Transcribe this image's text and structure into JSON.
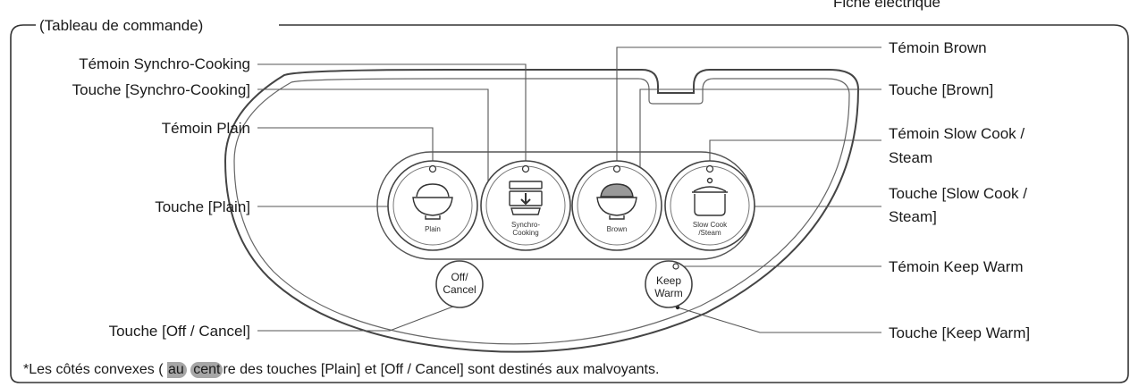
{
  "header": {
    "panel_title": "(Tableau de commande)",
    "top_right_label": "Fiche électrique"
  },
  "labels": {
    "synchro_indicator": "Témoin Synchro-Cooking",
    "synchro_key": "Touche [Synchro-Cooking]",
    "plain_indicator": "Témoin Plain",
    "plain_key": "Touche [Plain]",
    "off_key": "Touche [Off / Cancel]",
    "brown_indicator": "Témoin Brown",
    "brown_key": "Touche [Brown]",
    "slow_indicator_1": "Témoin Slow Cook /",
    "slow_indicator_2": "Steam",
    "slow_key_1": "Touche [Slow Cook /",
    "slow_key_2": "Steam]",
    "keepwarm_indicator": "Témoin Keep Warm",
    "keepwarm_key": "Touche [Keep Warm]"
  },
  "buttons": {
    "plain": "Plain",
    "synchro_1": "Synchro-",
    "synchro_2": "Cooking",
    "brown": "Brown",
    "slow_1": "Slow Cook",
    "slow_2": "/Steam",
    "off_1": "Off/",
    "off_2": "Cancel",
    "keep_1": "Keep",
    "keep_2": "Warm"
  },
  "footnote": {
    "part1": "*Les côtés convexes ( ",
    "part2": "au",
    "part3": " ",
    "part4": "cent",
    "part5": "re des touches [Plain] et [Off / Cancel] sont destinés aux malvoyants."
  }
}
